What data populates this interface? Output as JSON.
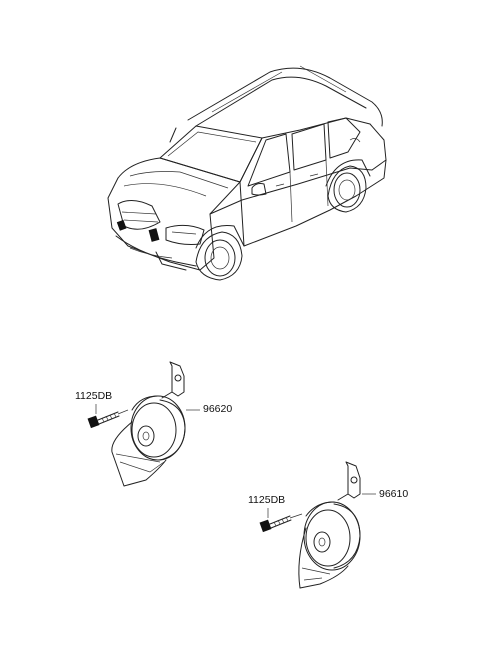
{
  "diagram": {
    "parts": [
      {
        "id": "horn_low",
        "part_number": "96620"
      },
      {
        "id": "horn_high",
        "part_number": "96610"
      }
    ],
    "bolts": [
      {
        "id": "bolt_low",
        "part_number": "1125DB"
      },
      {
        "id": "bolt_high",
        "part_number": "1125DB"
      }
    ]
  }
}
